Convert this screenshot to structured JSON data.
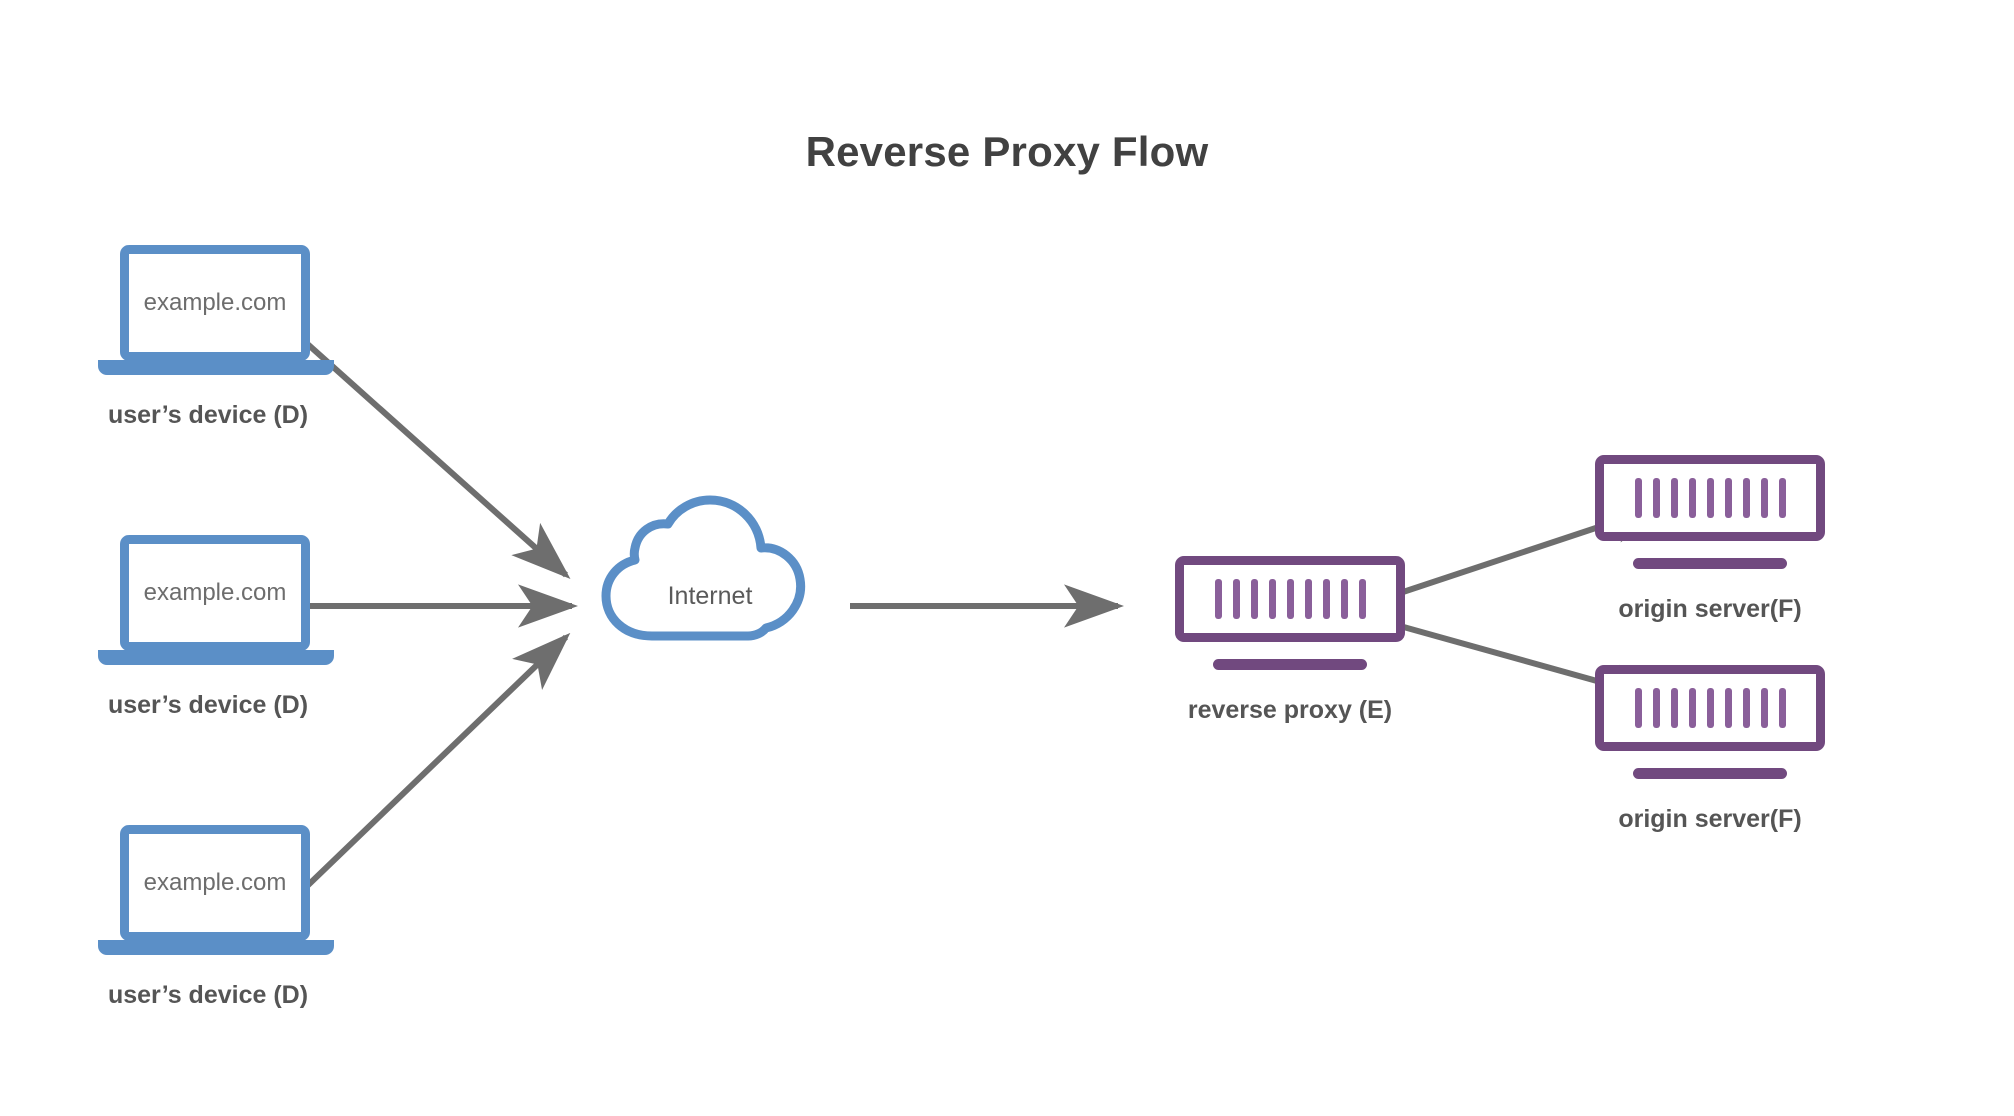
{
  "title": "Reverse Proxy Flow",
  "theme": {
    "background": "#ffffff",
    "title_color": "#414141",
    "device_blue": "#5b8fc7",
    "server_purple": "#71497f",
    "server_bar_purple": "#8a5f9a",
    "arrow_gray": "#6e6e6e",
    "label_color": "#555555",
    "screen_text_color": "#6d6d6d"
  },
  "devices": [
    {
      "screen_text": "example.com",
      "label": "user’s device (D)"
    },
    {
      "screen_text": "example.com",
      "label": "user’s device (D)"
    },
    {
      "screen_text": "example.com",
      "label": "user’s device (D)"
    }
  ],
  "cloud": {
    "label": "Internet"
  },
  "proxy": {
    "label": "reverse proxy (E)",
    "bar_count": 9
  },
  "origin_servers": [
    {
      "label": "origin server(F)",
      "bar_count": 9
    },
    {
      "label": "origin server(F)",
      "bar_count": 9
    }
  ],
  "connections": [
    {
      "from": "user-device-1",
      "to": "internet-cloud",
      "style": "arrow"
    },
    {
      "from": "user-device-2",
      "to": "internet-cloud",
      "style": "arrow"
    },
    {
      "from": "user-device-3",
      "to": "internet-cloud",
      "style": "arrow"
    },
    {
      "from": "internet-cloud",
      "to": "reverse-proxy",
      "style": "arrow"
    },
    {
      "from": "reverse-proxy",
      "to": "origin-server-1",
      "style": "arrow"
    },
    {
      "from": "reverse-proxy",
      "to": "origin-server-2",
      "style": "arrow"
    }
  ]
}
